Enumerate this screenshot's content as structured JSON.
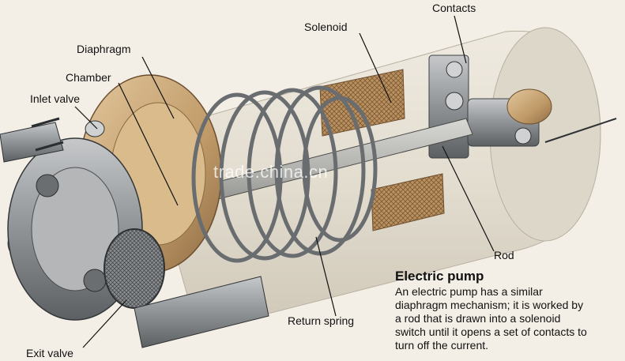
{
  "labels": {
    "contacts": "Contacts",
    "solenoid": "Solenoid",
    "diaphragm": "Diaphragm",
    "chamber": "Chamber",
    "inlet_valve": "Inlet valve",
    "rod": "Rod",
    "return_spring": "Return spring",
    "exit_valve": "Exit valve"
  },
  "caption": {
    "title": "Electric pump",
    "body": "An electric pump has a similar\ndiaphragm mechanism; it is worked by\na rod that is drawn into a solenoid\nswitch until it opens a set of contacts to\nturn off the current."
  },
  "watermark": "trade.china.cn",
  "colors": {
    "background": "#f4efe6",
    "cylinder": "#e8e3d6",
    "brass": "#c9a77a",
    "steel": "#8c8f92",
    "leader": "#111111"
  }
}
